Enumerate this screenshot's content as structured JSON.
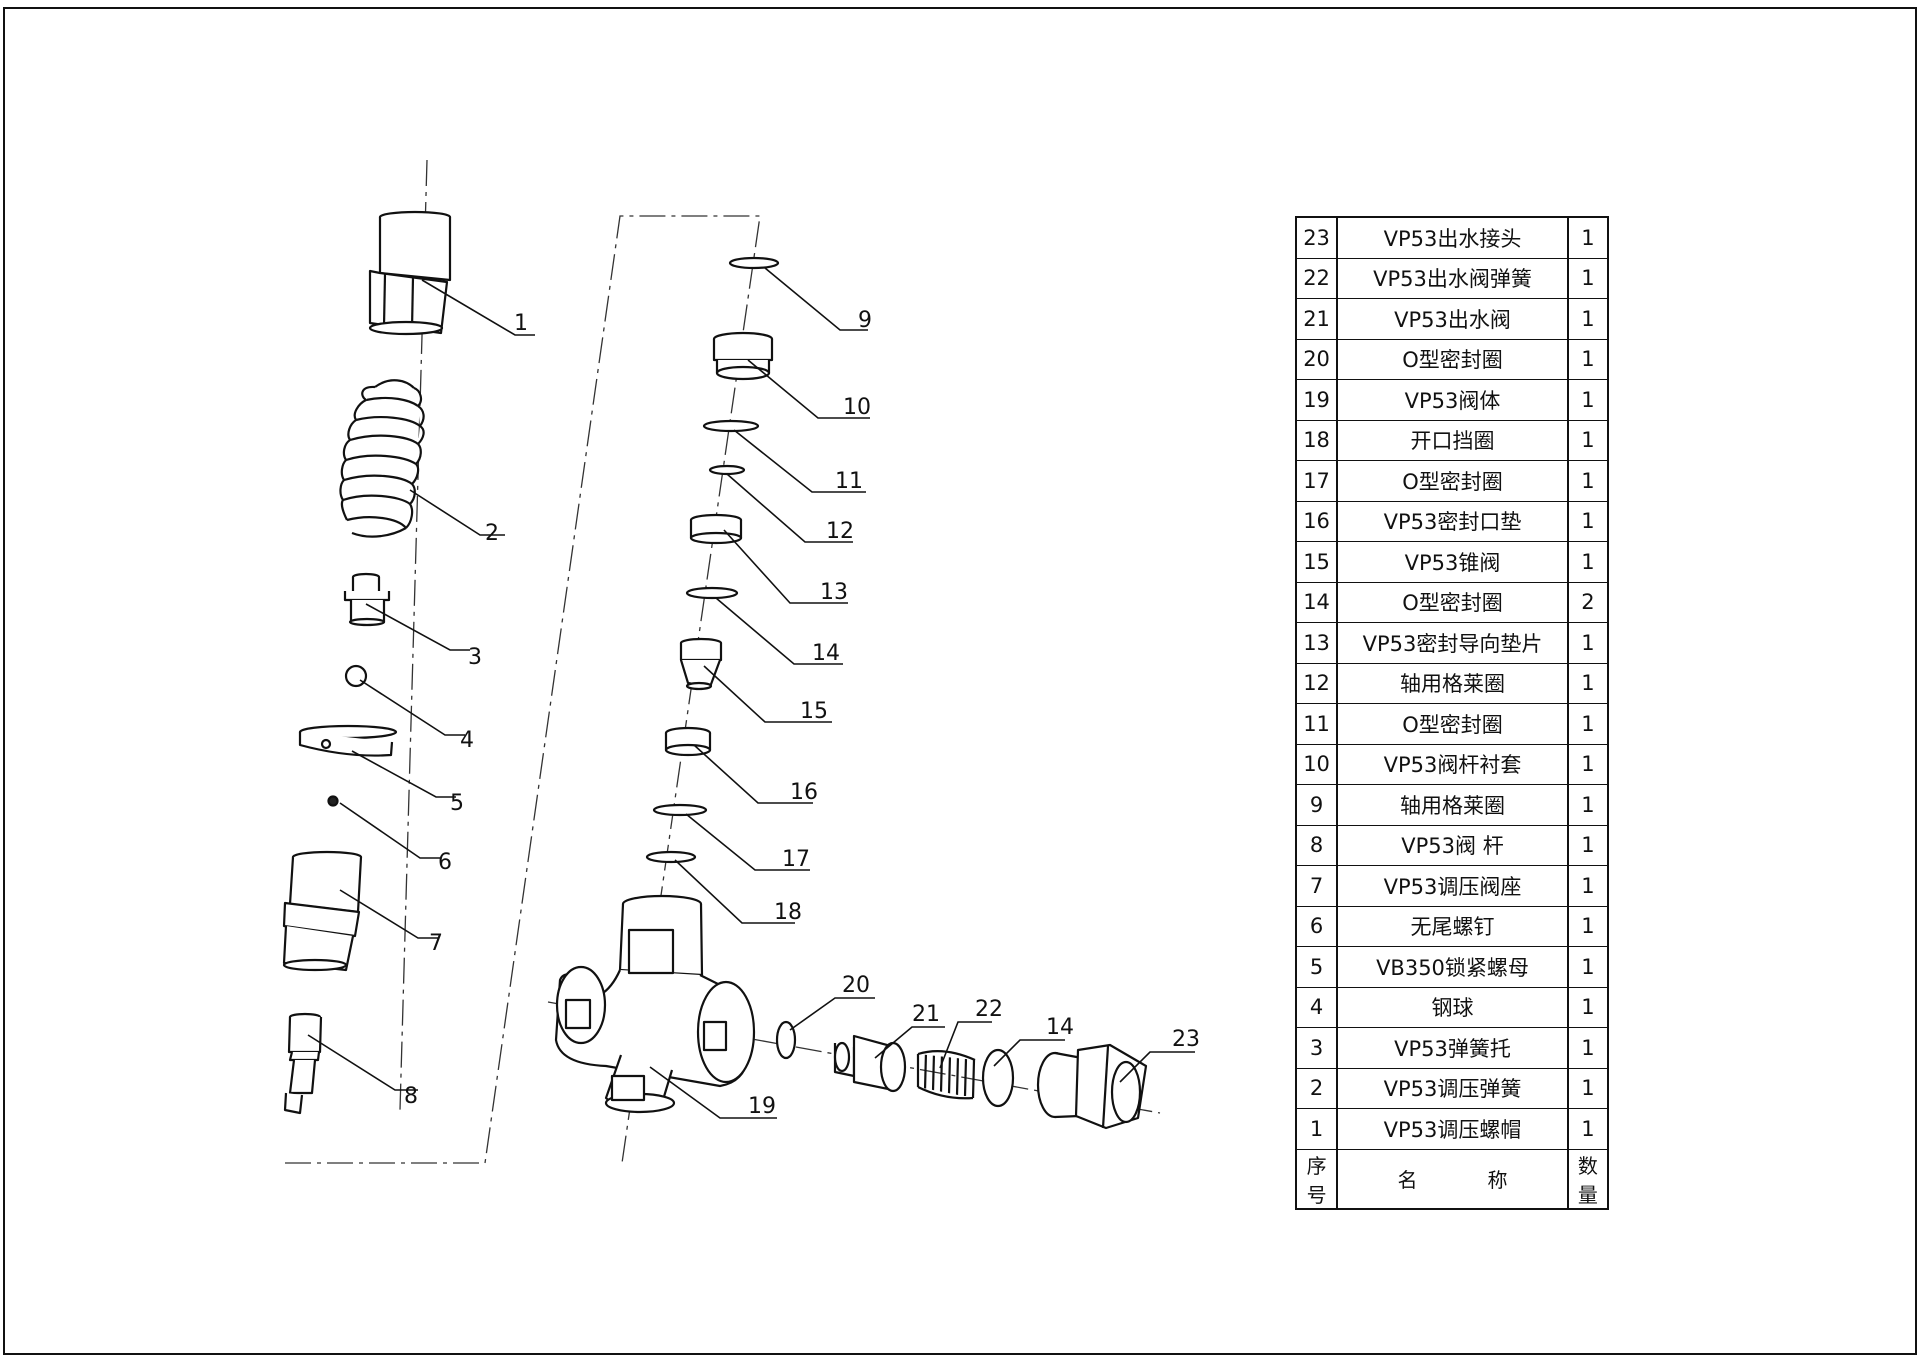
{
  "callouts": {
    "n1": "1",
    "n2": "2",
    "n3": "3",
    "n4": "4",
    "n5": "5",
    "n6": "6",
    "n7": "7",
    "n8": "8",
    "n9": "9",
    "n10": "10",
    "n11": "11",
    "n12": "12",
    "n13": "13",
    "n14a": "14",
    "n15": "15",
    "n16": "16",
    "n17": "17",
    "n18": "18",
    "n19": "19",
    "n20": "20",
    "n21": "21",
    "n22": "22",
    "n14b": "14",
    "n23": "23"
  },
  "bom": {
    "header": {
      "seq": "序号",
      "name_a": "名",
      "name_b": "称",
      "qty": "数量"
    },
    "rows": [
      {
        "seq": "23",
        "name": "VP53出水接头",
        "qty": "1"
      },
      {
        "seq": "22",
        "name": "VP53出水阀弹簧",
        "qty": "1"
      },
      {
        "seq": "21",
        "name": "VP53出水阀",
        "qty": "1"
      },
      {
        "seq": "20",
        "name": "O型密封圈",
        "qty": "1"
      },
      {
        "seq": "19",
        "name": "VP53阀体",
        "qty": "1"
      },
      {
        "seq": "18",
        "name": "开口挡圈",
        "qty": "1"
      },
      {
        "seq": "17",
        "name": "O型密封圈",
        "qty": "1"
      },
      {
        "seq": "16",
        "name": "VP53密封口垫",
        "qty": "1"
      },
      {
        "seq": "15",
        "name": "VP53锥阀",
        "qty": "1"
      },
      {
        "seq": "14",
        "name": "O型密封圈",
        "qty": "2"
      },
      {
        "seq": "13",
        "name": "VP53密封导向垫片",
        "qty": "1"
      },
      {
        "seq": "12",
        "name": "轴用格莱圈",
        "qty": "1"
      },
      {
        "seq": "11",
        "name": "O型密封圈",
        "qty": "1"
      },
      {
        "seq": "10",
        "name": "VP53阀杆衬套",
        "qty": "1"
      },
      {
        "seq": "9",
        "name": "轴用格莱圈",
        "qty": "1"
      },
      {
        "seq": "8",
        "name": "VP53阀 杆",
        "qty": "1"
      },
      {
        "seq": "7",
        "name": "VP53调压阀座",
        "qty": "1"
      },
      {
        "seq": "6",
        "name": "无尾螺钉",
        "qty": "1"
      },
      {
        "seq": "5",
        "name": "VB350锁紧螺母",
        "qty": "1"
      },
      {
        "seq": "4",
        "name": "钢球",
        "qty": "1"
      },
      {
        "seq": "3",
        "name": "VP53弹簧托",
        "qty": "1"
      },
      {
        "seq": "2",
        "name": "VP53调压弹簧",
        "qty": "1"
      },
      {
        "seq": "1",
        "name": "VP53调压螺帽",
        "qty": "1"
      }
    ]
  }
}
